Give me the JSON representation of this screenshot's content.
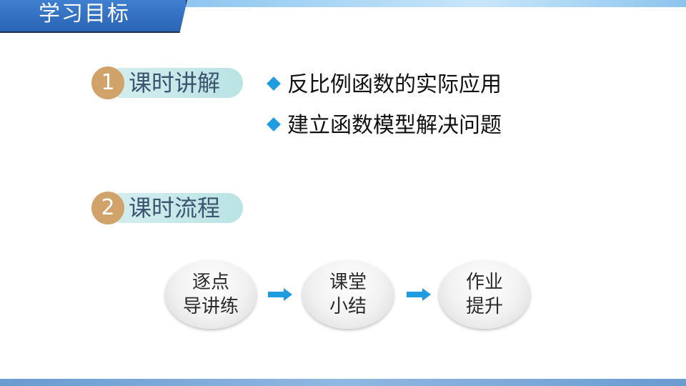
{
  "header": {
    "title": "学习目标"
  },
  "sections": [
    {
      "number": "1",
      "label": "课时讲解"
    },
    {
      "number": "2",
      "label": "课时流程"
    }
  ],
  "bullets": [
    "反比例函数的实际应用",
    "建立函数模型解决问题"
  ],
  "flow": [
    {
      "line1": "逐点",
      "line2": "导讲练"
    },
    {
      "line1": "课堂",
      "line2": "小结"
    },
    {
      "line1": "作业",
      "line2": "提升"
    }
  ],
  "colors": {
    "title_bg": "#2a64b5",
    "number_circle": "#d1a36a",
    "pill_bg": "#b9e3e4",
    "bullet_diamond": "#1f9be0",
    "arrow": "#1f9be0"
  },
  "icons": {
    "bullet": "diamond-icon",
    "flow_arrow": "arrow-right-icon"
  }
}
